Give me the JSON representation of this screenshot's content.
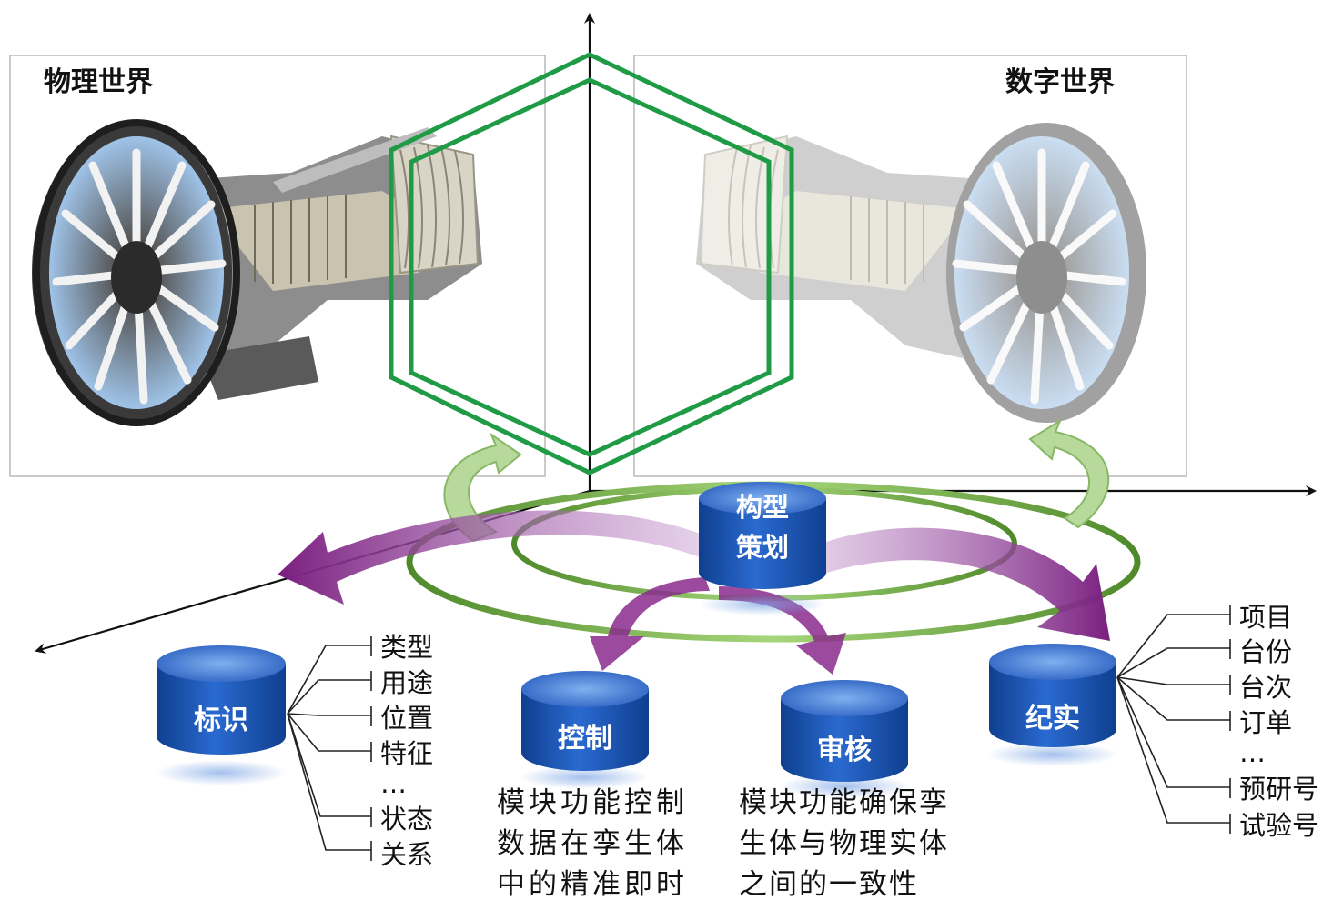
{
  "panels": {
    "physical": {
      "title": "物理世界"
    },
    "digital": {
      "title": "数字世界"
    }
  },
  "databases": {
    "center": {
      "label_line1": "构型",
      "label_line2": "策划"
    },
    "identify": {
      "label": "标识"
    },
    "control": {
      "label": "控制"
    },
    "audit": {
      "label": "审核"
    },
    "record": {
      "label": "纪实"
    }
  },
  "identify_items": [
    "类型",
    "用途",
    "位置",
    "特征",
    "…",
    "状态",
    "关系"
  ],
  "record_items": [
    "项目",
    "台份",
    "台次",
    "订单",
    "…",
    "预研号",
    "试验号"
  ],
  "control_desc": [
    "模块功能控制",
    "数据在孪生体",
    "中的精准即时"
  ],
  "audit_desc": [
    "模块功能确保孪",
    "生体与物理实体",
    "之间的一致性"
  ],
  "colors": {
    "hexagon": "#1f9a45",
    "ring": "#6aa84f",
    "arrow_purple": "#8a2a8c",
    "arrow_green": "#a8cf88",
    "db_blue": "#1a55b3",
    "db_top": "#5b8fe0"
  },
  "icons": {
    "engine_physical": "turbofan-engine-icon",
    "engine_digital": "turbofan-engine-faded-icon"
  }
}
